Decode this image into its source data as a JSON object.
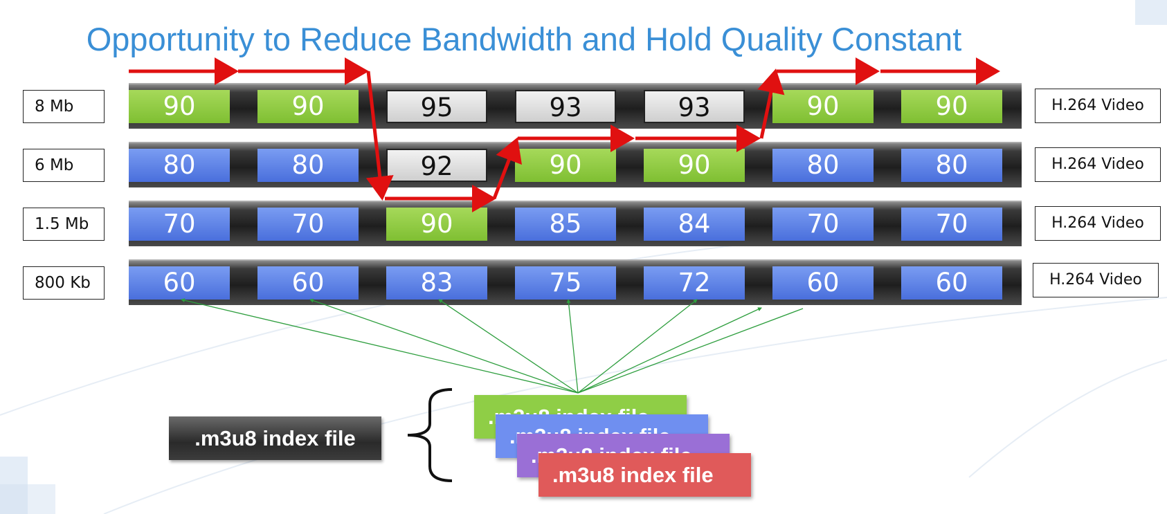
{
  "title": "Opportunity to Reduce Bandwidth and Hold Quality Constant",
  "tracks": [
    {
      "rate": "8 Mb",
      "codec": "H.264 Video",
      "segments": [
        {
          "value": "90",
          "color": "green"
        },
        {
          "value": "90",
          "color": "green"
        },
        {
          "value": "95",
          "color": "grey"
        },
        {
          "value": "93",
          "color": "grey"
        },
        {
          "value": "93",
          "color": "grey"
        },
        {
          "value": "90",
          "color": "green"
        },
        {
          "value": "90",
          "color": "green"
        }
      ]
    },
    {
      "rate": "6 Mb",
      "codec": "H.264 Video",
      "segments": [
        {
          "value": "80",
          "color": "blue"
        },
        {
          "value": "80",
          "color": "blue"
        },
        {
          "value": "92",
          "color": "grey"
        },
        {
          "value": "90",
          "color": "green"
        },
        {
          "value": "90",
          "color": "green"
        },
        {
          "value": "80",
          "color": "blue"
        },
        {
          "value": "80",
          "color": "blue"
        }
      ]
    },
    {
      "rate": "1.5 Mb",
      "codec": "H.264 Video",
      "segments": [
        {
          "value": "70",
          "color": "blue"
        },
        {
          "value": "70",
          "color": "blue"
        },
        {
          "value": "90",
          "color": "green"
        },
        {
          "value": "85",
          "color": "blue"
        },
        {
          "value": "84",
          "color": "blue"
        },
        {
          "value": "70",
          "color": "blue"
        },
        {
          "value": "70",
          "color": "blue"
        }
      ]
    },
    {
      "rate": "800 Kb",
      "codec": "H.264 Video",
      "segments": [
        {
          "value": "60",
          "color": "blue"
        },
        {
          "value": "60",
          "color": "blue"
        },
        {
          "value": "83",
          "color": "blue"
        },
        {
          "value": "75",
          "color": "blue"
        },
        {
          "value": "72",
          "color": "blue"
        },
        {
          "value": "60",
          "color": "blue"
        },
        {
          "value": "60",
          "color": "blue"
        }
      ]
    }
  ],
  "index_files": {
    "main": ".m3u8 index file",
    "stack": [
      {
        "label": ".m3u8 index file",
        "color": "#8fce46"
      },
      {
        "label": ".m3u8 index file",
        "color": "#6f8ff0"
      },
      {
        "label": ".m3u8 index file",
        "color": "#9a6fd6"
      },
      {
        "label": ".m3u8 index file",
        "color": "#e05a5a"
      }
    ]
  },
  "colors": {
    "title": "#3a8fd6",
    "switch_path": "#e01010",
    "index_links": "#2e9e3e"
  }
}
